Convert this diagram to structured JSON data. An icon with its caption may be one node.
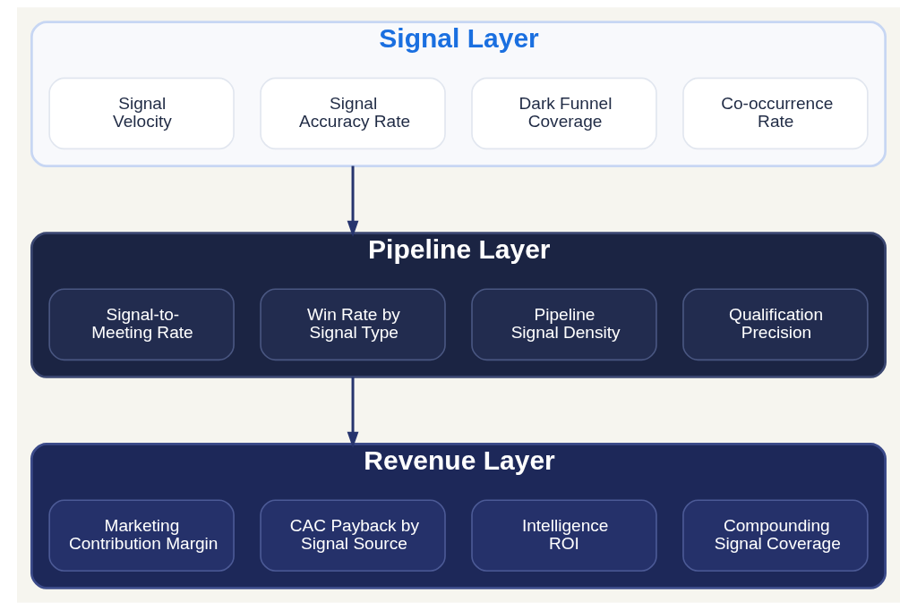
{
  "diagram": {
    "nodes": [
      {
        "text": [
          "Signal Layer"
        ]
      },
      {
        "text": [
          "Signal Velocity"
        ],
        "in": 0
      },
      {
        "text": [
          "Signal Accuracy Rate"
        ],
        "in": 0
      },
      {
        "text": [
          "Dark Funnel Coverage"
        ],
        "in": 0
      },
      {
        "text": [
          "Co-occurrence Rate"
        ],
        "in": 0
      },
      {
        "text": [
          "Pipeline Layer"
        ]
      },
      {
        "text": [
          "Signal-to-Meeting Rate"
        ],
        "in": 5
      },
      {
        "text": [
          "Win Rate by Signal Type"
        ],
        "in": 5
      },
      {
        "text": [
          "Pipeline Signal Density"
        ],
        "in": 5
      },
      {
        "text": [
          "Qualification Precision"
        ],
        "in": 5
      },
      {
        "text": [
          "Revenue Layer"
        ]
      },
      {
        "text": [
          "Marketing Contribution Margin"
        ],
        "in": 10
      },
      {
        "text": [
          "CAC Payback by Signal Source"
        ],
        "in": 10
      },
      {
        "text": [
          "Intelligence ROI"
        ],
        "in": 10
      },
      {
        "text": [
          "Compounding Signal Coverage"
        ],
        "in": 10
      }
    ],
    "edges": [
      {
        "from": 0,
        "to": 5,
        "arrow": "to"
      },
      {
        "from": 5,
        "to": 10,
        "arrow": "to"
      }
    ]
  }
}
